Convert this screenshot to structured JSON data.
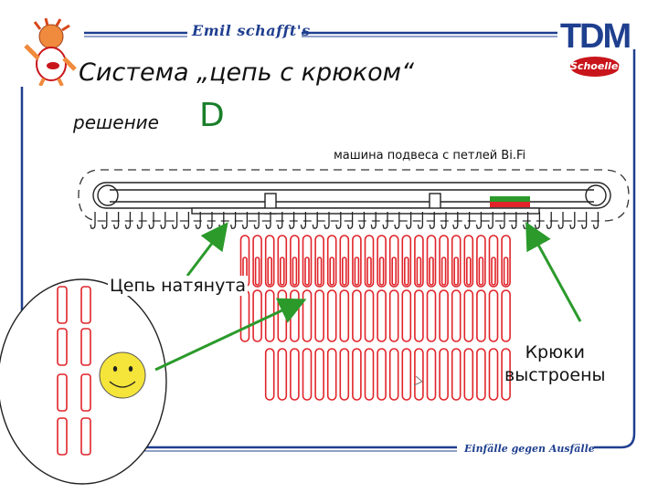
{
  "header": {
    "brand": "Emil schafft's"
  },
  "logo": {
    "text": "TDM",
    "badge": "Schoeller"
  },
  "slide": {
    "title": "Система „цепь с крюком“",
    "subtitle": "решение",
    "solution_letter": "D",
    "machine_label": "машина подвеса с петлей Bi.Fi"
  },
  "labels": {
    "chain": "Цепь натянута",
    "hooks": "Крюки\nвыстроены"
  },
  "footer": {
    "brand": "Einfälle gegen Ausfälle"
  },
  "colors": {
    "accent_blue": "#1f3f8f",
    "chain_red": "#e0242a",
    "arrow_green": "#2b9a2b",
    "smiley_yellow": "#f5e43a"
  },
  "icons": [
    "mascot-icon",
    "tdm-logo-icon",
    "smiley-icon",
    "arrow-icon"
  ]
}
